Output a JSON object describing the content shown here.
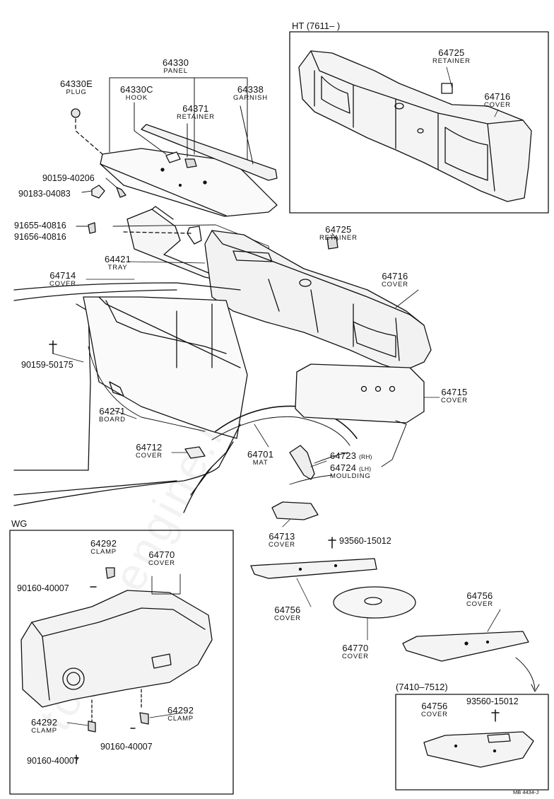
{
  "watermark": "toyota-engine.ru",
  "insets": {
    "ht": "HT (7611–        )",
    "wg": "WG",
    "range": "(7410–7512)"
  },
  "parts": [
    {
      "num": "64330",
      "name": "PANEL"
    },
    {
      "num": "64330E",
      "name": "PLUG"
    },
    {
      "num": "64330C",
      "name": "HOOK"
    },
    {
      "num": "64338",
      "name": "GARNISH"
    },
    {
      "num": "64371",
      "name": "RETAINER"
    },
    {
      "num": "64725",
      "name": "RETAINER"
    },
    {
      "num": "64716",
      "name": "COVER"
    },
    {
      "num": "64725",
      "name": "RETAINER"
    },
    {
      "num": "64716",
      "name": "COVER"
    },
    {
      "num": "64421",
      "name": "TRAY"
    },
    {
      "num": "64714",
      "name": "COVER"
    },
    {
      "num": "64715",
      "name": "COVER"
    },
    {
      "num": "64271",
      "name": "BOARD"
    },
    {
      "num": "64712",
      "name": "COVER"
    },
    {
      "num": "64701",
      "name": "MAT"
    },
    {
      "num": "64723",
      "suffix": "(RH)"
    },
    {
      "num": "64724",
      "suffix": "(LH)",
      "name": "MOULDING"
    },
    {
      "num": "64713",
      "name": "COVER"
    },
    {
      "num": "64756",
      "name": "COVER"
    },
    {
      "num": "64770",
      "name": "COVER"
    },
    {
      "num": "64756",
      "name": "COVER"
    },
    {
      "num": "64292",
      "name": "CLAMP"
    },
    {
      "num": "64770",
      "name": "COVER"
    },
    {
      "num": "64292",
      "name": "CLAMP"
    },
    {
      "num": "64292",
      "name": "CLAMP"
    },
    {
      "num": "64756",
      "name": "COVER"
    }
  ],
  "fasteners": [
    "90159-40206",
    "90183-04083",
    "91655-40816",
    "91656-40816",
    "90159-50175",
    "93560-15012",
    "90160-40007",
    "90160-40007",
    "90160-40007",
    "93560-15012"
  ],
  "footer_code": "MB 4434-J"
}
